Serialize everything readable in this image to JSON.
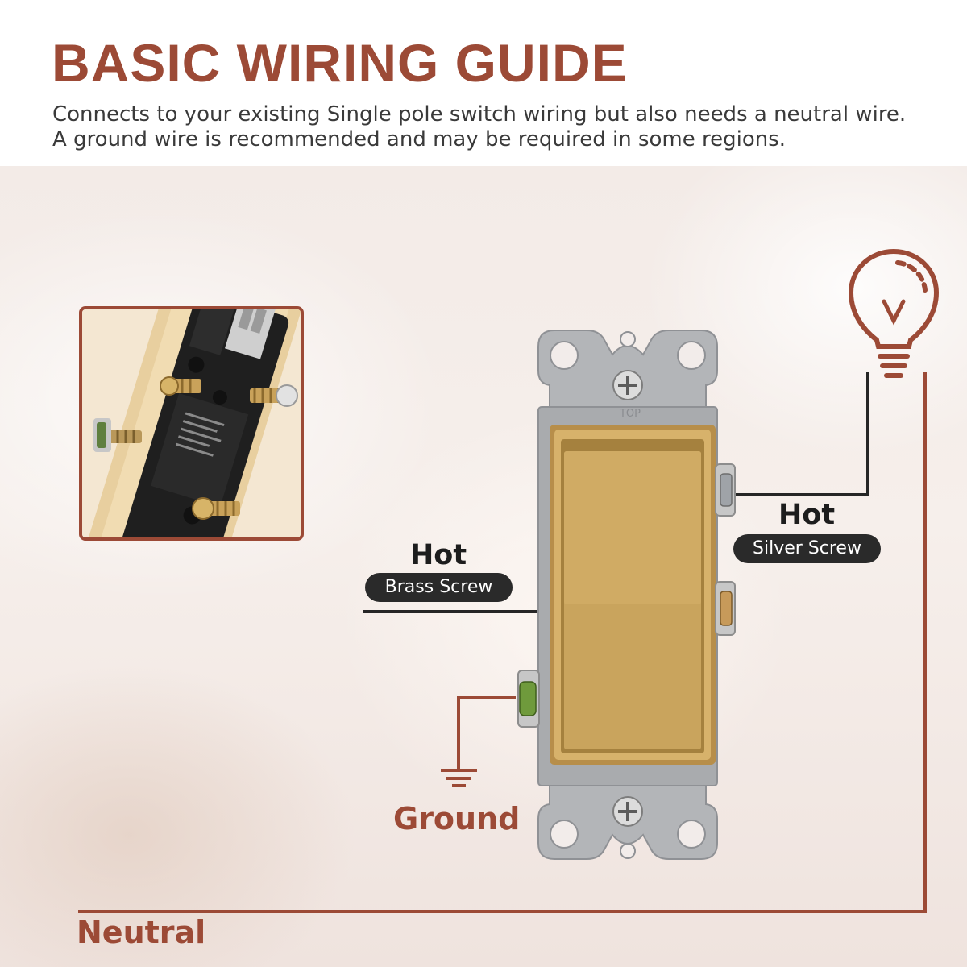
{
  "header": {
    "title": "BASIC WIRING GUIDE",
    "subtitle_line1": "Connects to your existing Single pole switch wiring but also needs a neutral wire.",
    "subtitle_line2": "A ground wire is recommended and may be required in some regions."
  },
  "labels": {
    "hot_left": "Hot",
    "brass_screw": "Brass Screw",
    "hot_right": "Hot",
    "silver_screw": "Silver Screw",
    "ground": "Ground",
    "neutral": "Neutral",
    "plate_marking": "TOP"
  },
  "icons": {
    "bulb": "light-bulb-icon",
    "ground": "ground-symbol-icon"
  },
  "colors": {
    "accent": "#9c4a36",
    "wire_dark": "#262626",
    "switch_gold": "#c9a45d",
    "plate_gray": "#b3b5b8"
  }
}
